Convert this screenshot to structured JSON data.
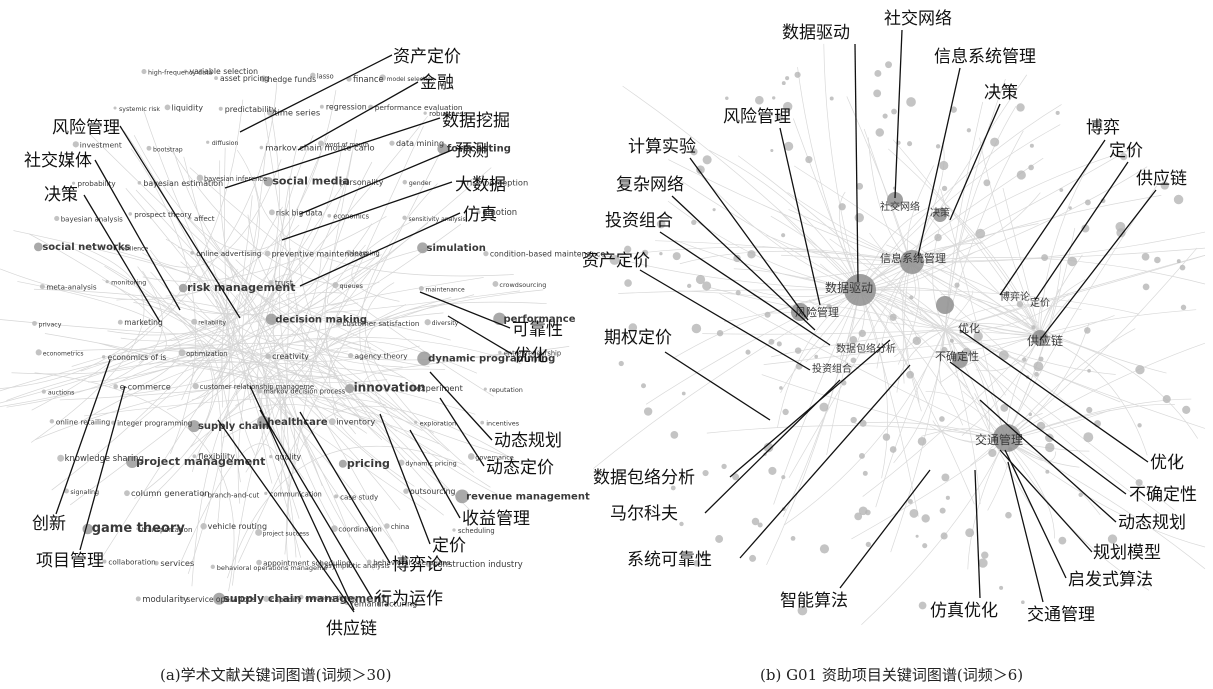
{
  "left_panel": {
    "caption": "(a)学术文献关键词图谱(词频＞30)",
    "network_terms": [
      "high-frequency data",
      "variable selection",
      "asset pricing",
      "hedge funds",
      "lasso",
      "finance",
      "model selection",
      "systemic risk",
      "liquidity",
      "predictability",
      "time series",
      "regression",
      "performance evaluation",
      "robustness",
      "investment",
      "bootstrap",
      "diffusion",
      "markov chain monte carlo",
      "word of mouth",
      "data mining",
      "forecasting",
      "probability",
      "bayesian estimation",
      "bayesian inference",
      "social media",
      "personality",
      "gender",
      "risk perception",
      "bayesian analysis",
      "prospect theory",
      "affect",
      "risk big data",
      "economics",
      "sensitivity analysis",
      "emotion",
      "social networks",
      "resilience",
      "online advertising",
      "preventive maintenance",
      "learning",
      "simulation",
      "condition-based maintenance",
      "meta-analysis",
      "monitoring",
      "risk management",
      "trust",
      "queues",
      "maintenance",
      "crowdsourcing",
      "privacy",
      "marketing",
      "reliability",
      "decision making",
      "customer satisfaction",
      "diversity",
      "performance",
      "econometrics",
      "economics of is",
      "optimization",
      "creativity",
      "agency theory",
      "dynamic programming",
      "entrepreneurship",
      "auctions",
      "e-commerce",
      "customer relationship manageme",
      "markov decision process",
      "innovation",
      "experiment",
      "reputation",
      "online retailing",
      "integer programming",
      "supply chain",
      "healthcare",
      "inventory",
      "exploration",
      "incentives",
      "knowledge sharing",
      "project management",
      "flexibility",
      "quality",
      "pricing",
      "dynamic pricing",
      "governance",
      "signaling",
      "column generation",
      "branch-and-cut",
      "communication",
      "case study",
      "outsourcing",
      "revenue management",
      "game theory",
      "transportation",
      "vehicle routing",
      "project success",
      "coordination",
      "china",
      "scheduling",
      "collaboration",
      "services",
      "behavioral operations manageme",
      "appointment scheduling",
      "asymptotic analysis",
      "behavioral operations",
      "construction industry",
      "modularity",
      "service operations",
      "supply chain management",
      "capacity",
      "queueing theory",
      "remanufacturing"
    ],
    "callouts": {
      "asset_pricing": "资产定价",
      "finance": "金融",
      "data_mining": "数据挖掘",
      "forecast": "预测",
      "big_data": "大数据",
      "simulation": "仿真",
      "risk_mgmt": "风险管理",
      "social_media": "社交媒体",
      "decision": "决策",
      "reliability": "可靠性",
      "optimization": "优化",
      "dynamic_programming": "动态规划",
      "dynamic_pricing": "动态定价",
      "revenue_mgmt": "收益管理",
      "pricing": "定价",
      "game_theory": "博弈论",
      "behavioral_ops": "行为运作",
      "supply_chain": "供应链",
      "innovation": "创新",
      "project_mgmt": "项目管理"
    }
  },
  "right_panel": {
    "caption": "(b) G01 资助项目关键词图谱(词频＞6)",
    "callouts": {
      "data_driven": "数据驱动",
      "social_network": "社交网络",
      "info_sys": "信息系统管理",
      "decision": "决策",
      "risk_mgmt": "风险管理",
      "comp_experiment": "计算实验",
      "game": "博弈",
      "pricing": "定价",
      "complex_network": "复杂网络",
      "supply_chain": "供应链",
      "portfolio": "投资组合",
      "asset_pricing": "资产定价",
      "option_pricing": "期权定价",
      "dea": "数据包络分析",
      "optimization": "优化",
      "markov": "马尔科夫",
      "uncertainty": "不确定性",
      "dynamic_programming": "动态规划",
      "reliability": "系统可靠性",
      "planning_model": "规划模型",
      "heuristic": "启发式算法",
      "intelligent_alg": "智能算法",
      "sim_opt": "仿真优化",
      "traffic_mgmt": "交通管理"
    },
    "node_labels": {
      "data_driven": "数据驱动",
      "info_sys": "信息系统管理",
      "risk": "风险管理",
      "game": "博弈论",
      "pricing": "定价",
      "optimize": "优化",
      "supply": "供应链",
      "uncert": "不确定性",
      "traffic": "交通管理",
      "dea": "数据包络分析",
      "portfolio": "投资组合",
      "social": "社交网络",
      "decision": "决策"
    }
  }
}
